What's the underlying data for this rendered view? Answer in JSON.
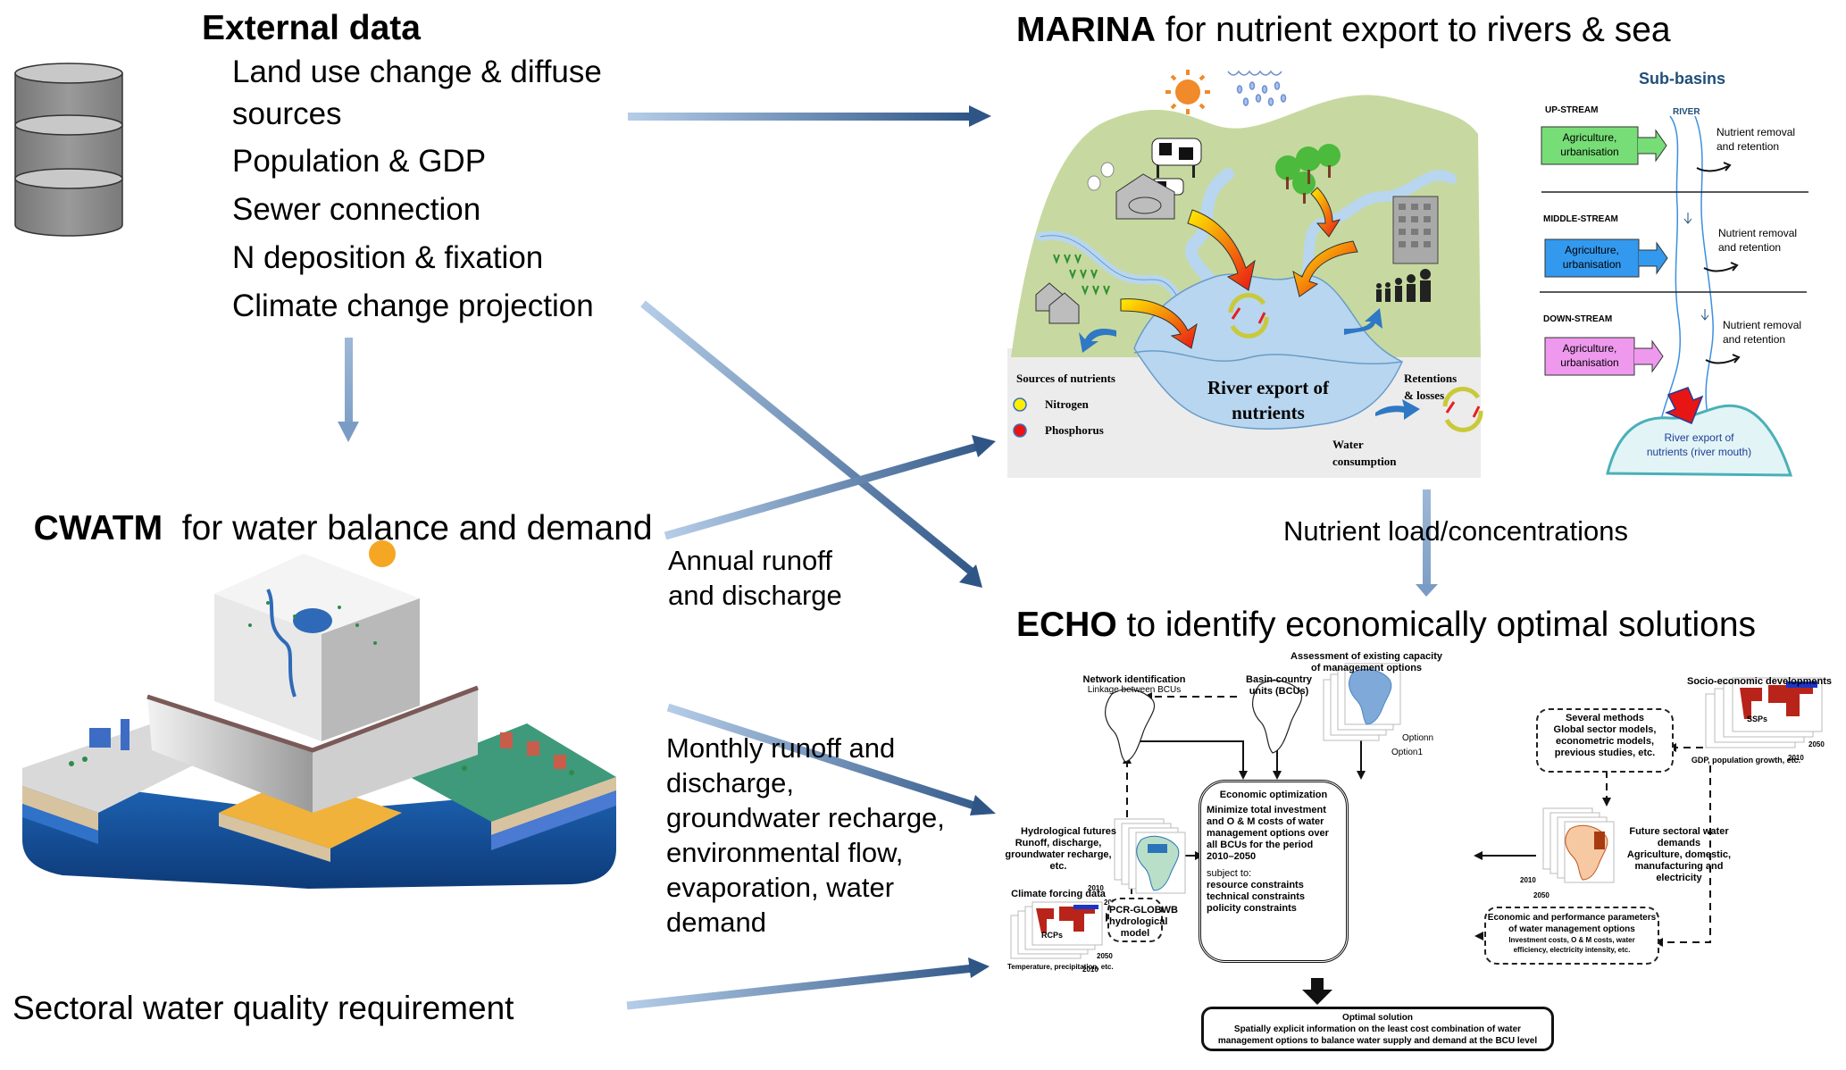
{
  "external": {
    "title": "External data",
    "items": [
      "Land use change & diffuse",
      "sources",
      "Population & GDP",
      "Sewer connection",
      "N deposition & fixation",
      "Climate change projection"
    ],
    "icon": "database-icon"
  },
  "marina": {
    "title_bold": "MARINA",
    "title_rest": " for nutrient export to rivers & sea",
    "scene": {
      "center_label_1": "River export of",
      "center_label_2": "nutrients",
      "legend_title": "Sources of nutrients",
      "legend_items": [
        {
          "label": "Nitrogen",
          "color": "#ffee00"
        },
        {
          "label": "Phosphorus",
          "color": "#ee1111"
        }
      ],
      "retention_1": "Retentions",
      "retention_2": "& losses",
      "water_1": "Water",
      "water_2": "consumption"
    },
    "subbasins": {
      "title": "Sub-basins",
      "river_label": "RIVER",
      "rows": [
        {
          "name": "UP-STREAM",
          "box_1": "Agriculture,",
          "box_2": "urbanisation",
          "color": "#77dd77",
          "note_1": "Nutrient removal",
          "note_2": "and retention"
        },
        {
          "name": "MIDDLE-STREAM",
          "box_1": "Agriculture,",
          "box_2": "urbanisation",
          "color": "#3399ee",
          "note_1": "Nutrient removal",
          "note_2": "and retention"
        },
        {
          "name": "DOWN-STREAM",
          "box_1": "Agriculture,",
          "box_2": "urbanisation",
          "color": "#ee99ee",
          "note_1": "Nutrient removal",
          "note_2": "and retention"
        }
      ],
      "mouth_1": "River export of",
      "mouth_2": "nutrients (river mouth)"
    }
  },
  "cwatm": {
    "title_bold": "CWATM",
    "title_rest": "  for water balance and demand"
  },
  "flows": {
    "annual_1": "Annual runoff",
    "annual_2": "and discharge",
    "monthly": [
      "Monthly runoff and",
      "discharge,",
      "groundwater recharge,",
      "environmental flow,",
      "evaporation, water",
      "demand"
    ],
    "nutrient": "Nutrient load/concentrations",
    "sectoral": "Sectoral water quality requirement"
  },
  "echo": {
    "title_bold": "ECHO",
    "title_rest": " to identify economically optimal solutions",
    "network_title": "Network identification",
    "network_sub": "Linkage between BCUs",
    "bcu_1": "Basin-country",
    "bcu_2": "units (BCUs)",
    "assess_1": "Assessment of existing capacity",
    "assess_2": "of management options",
    "option_n": "Optionn",
    "option_1": "Option1",
    "socio_title": "Socio-economic developments",
    "socio_map": "SSPs",
    "socio_sub": "GDP, population growth, etc.",
    "year_2010": "2010",
    "year_2050": "2050",
    "methods_title": "Several methods",
    "methods_lines": [
      "Global sector models,",
      "econometric models,",
      "previous studies, etc."
    ],
    "hydro_title": "Hydrological futures",
    "hydro_lines": [
      "Runoff, discharge,",
      "groundwater recharge,",
      "etc."
    ],
    "opt_title": "Economic optimization",
    "opt_lines": [
      "Minimize total investment",
      "and O & M costs of water",
      "management options over",
      "all BCUs for the period",
      "2010–2050"
    ],
    "opt_subject": "subject to:",
    "opt_constraints": [
      "resource constraints",
      "technical constraints",
      "policity constraints"
    ],
    "future_title_1": "Future sectoral water",
    "future_title_2": "demands",
    "future_lines": [
      "Agriculture, domestic,",
      "manufacturing and",
      "electricity"
    ],
    "climate_title": "Climate forcing data",
    "climate_map": "RCPs",
    "climate_sub": "Temperature, precipitation, etc.",
    "pcr_lines": [
      "PCR-GLOBWB",
      "hydrological",
      "model"
    ],
    "param_title_1": "Economic and performance  parameters",
    "param_title_2": "of water management options",
    "param_lines": [
      "Investment costs, O & M costs, water",
      "efficiency, electricity intensity, etc."
    ],
    "solution_title": "Optimal solution",
    "solution_lines": [
      "Spatially explicit information on the least cost combination of water",
      "management options to balance water supply and demand at the BCU level"
    ]
  },
  "colors": {
    "arrow_light": "#b5cde8",
    "arrow_dark": "#2e5586",
    "marina_green": "#c7d9a0",
    "marina_water": "#b8d6ef",
    "subbasin_title": "#1f4e79"
  }
}
